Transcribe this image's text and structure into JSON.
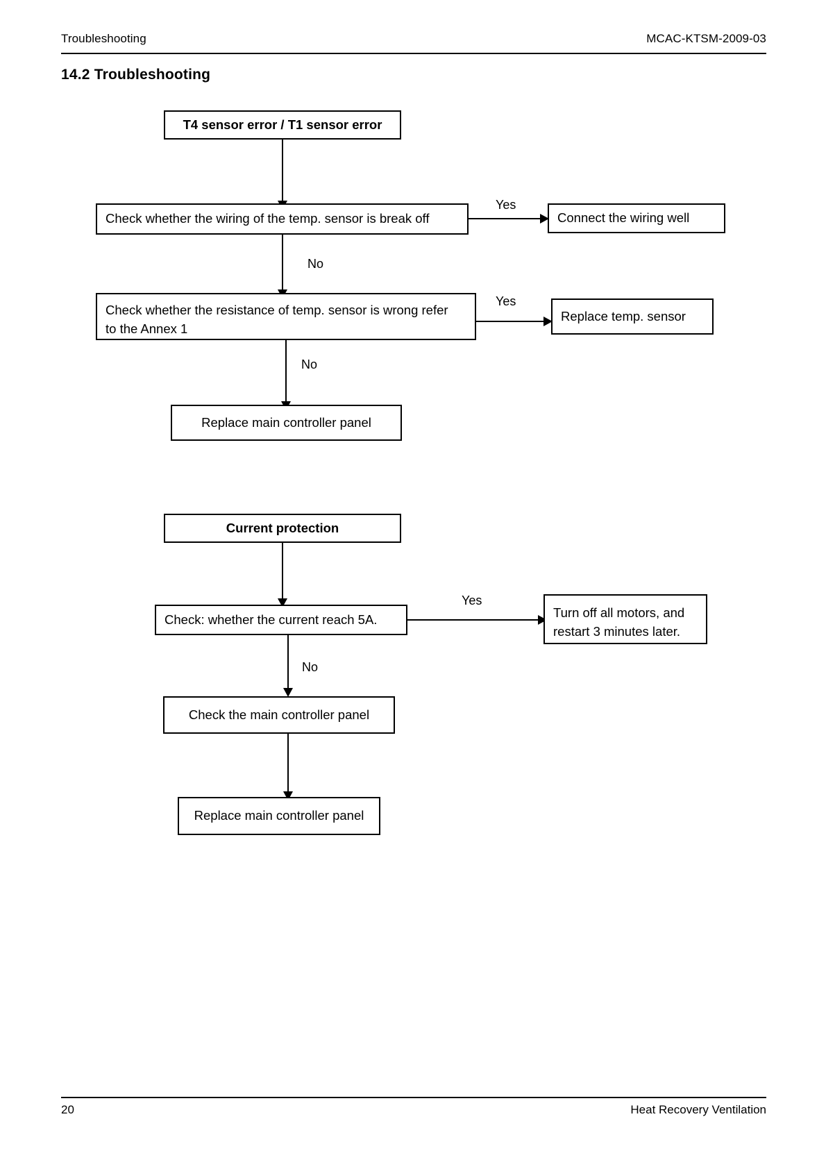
{
  "header": {
    "left": "Troubleshooting",
    "right": "MCAC-KTSM-2009-03"
  },
  "section": {
    "title": "14.2 Troubleshooting"
  },
  "footer": {
    "page_number": "20",
    "right": "Heat Recovery Ventilation"
  },
  "flowcharts": [
    {
      "id": "t4-t1-sensor-error",
      "start": "T4 sensor error / T1 sensor error",
      "nodes": [
        {
          "id": "check-wiring",
          "text": "Check whether the wiring of the temp. sensor is break off",
          "yes_label": "Yes",
          "yes_target": "Connect the wiring well",
          "no_label": "No"
        },
        {
          "id": "check-resistance",
          "text": "Check whether the resistance of temp. sensor is wrong refer to the Annex 1",
          "line1": "Check whether the resistance of temp. sensor is wrong refer",
          "line2": "to the Annex 1",
          "yes_label": "Yes",
          "yes_target": "Replace temp. sensor",
          "no_label": "No"
        }
      ],
      "end": "Replace main controller panel"
    },
    {
      "id": "current-protection",
      "start": "Current protection",
      "nodes": [
        {
          "id": "check-current-5a",
          "text": "Check: whether the current reach 5A.",
          "yes_label": "Yes",
          "yes_target_line1": "Turn off all motors, and",
          "yes_target_line2": "restart 3 minutes later.",
          "no_label": "No"
        },
        {
          "id": "check-main-controller",
          "text": "Check the main controller panel"
        }
      ],
      "end": "Replace main controller panel"
    }
  ]
}
